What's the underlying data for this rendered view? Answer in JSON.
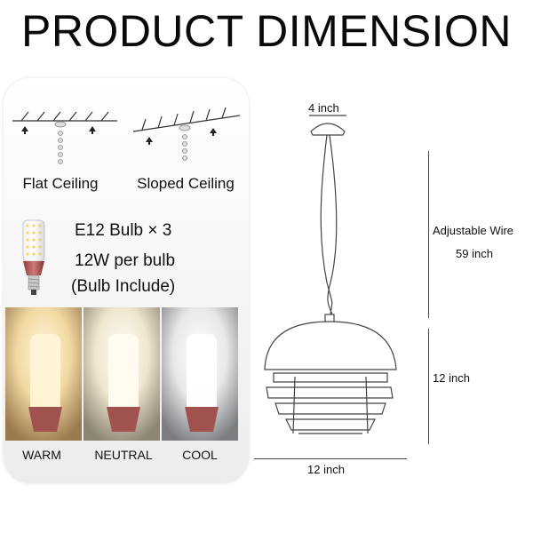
{
  "title": "PRODUCT DIMENSION",
  "ceilings": {
    "flat_label": "Flat Ceiling",
    "sloped_label": "Sloped Ceiling"
  },
  "bulb": {
    "line1": "E12 Bulb × 3",
    "line2": "12W per bulb",
    "line3": "(Bulb Include)"
  },
  "color_temps": [
    {
      "label": "WARM",
      "color": "#f6e3b4"
    },
    {
      "label": "NEUTRAL",
      "color": "#f3eedf"
    },
    {
      "label": "COOL",
      "color": "#eef0f2"
    }
  ],
  "dimensions": {
    "canopy_width": "4 inch",
    "wire_label": "Adjustable Wire",
    "wire_length": "59 inch",
    "shade_height": "12 inch",
    "shade_width": "12 inch"
  },
  "colors": {
    "bulb_base": "#b55a5a",
    "line": "#444444"
  }
}
